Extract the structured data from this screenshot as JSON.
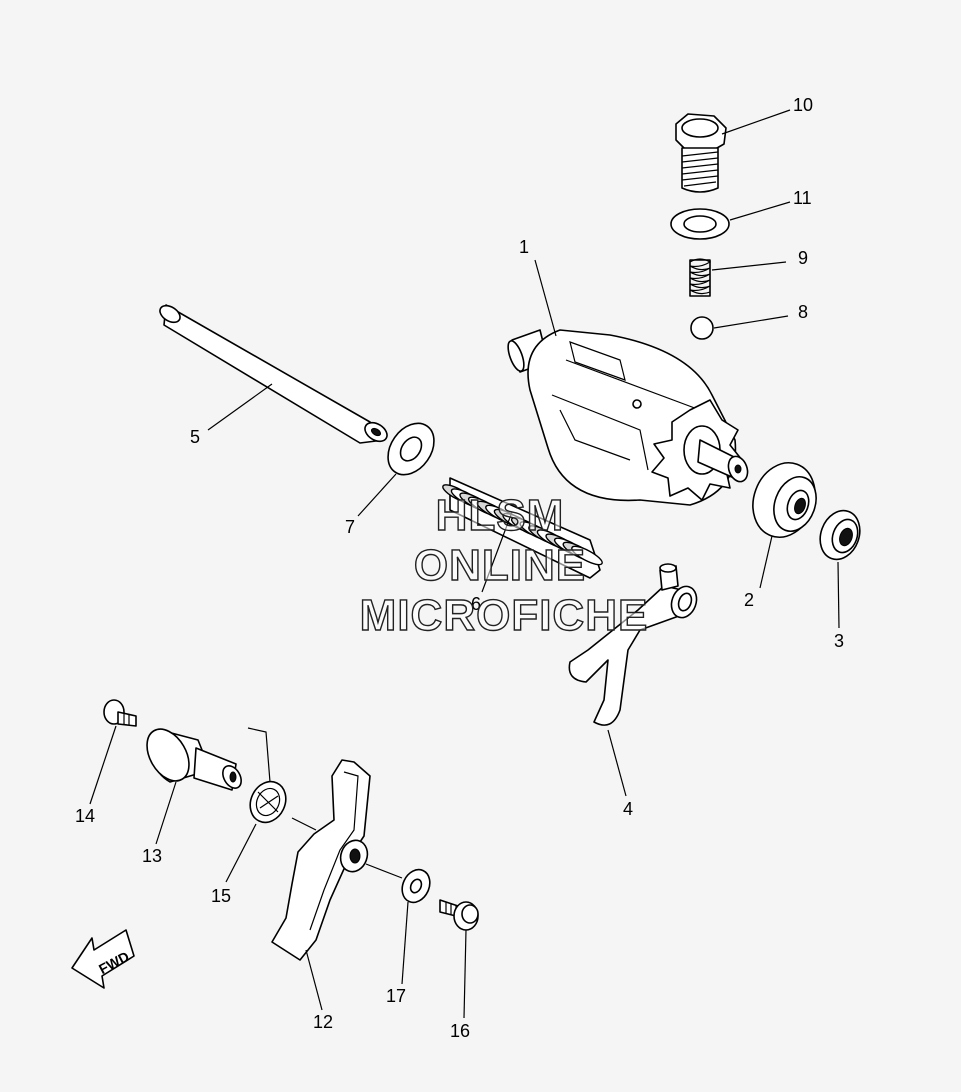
{
  "watermark": {
    "lines": [
      "HLSM",
      "ONLINE",
      "MICROFICHE"
    ]
  },
  "direction_label": "FWD",
  "callouts": [
    "1",
    "2",
    "3",
    "4",
    "5",
    "6",
    "7",
    "8",
    "9",
    "10",
    "11",
    "12",
    "13",
    "14",
    "15",
    "16",
    "17"
  ],
  "parts": [
    {
      "ref": "1",
      "part": "shift-drum"
    },
    {
      "ref": "2",
      "part": "bearing"
    },
    {
      "ref": "3",
      "part": "oil-seal"
    },
    {
      "ref": "4",
      "part": "shift-fork"
    },
    {
      "ref": "5",
      "part": "guide-bar"
    },
    {
      "ref": "6",
      "part": "spring"
    },
    {
      "ref": "7",
      "part": "washer"
    },
    {
      "ref": "8",
      "part": "ball"
    },
    {
      "ref": "9",
      "part": "spring"
    },
    {
      "ref": "10",
      "part": "bolt"
    },
    {
      "ref": "11",
      "part": "gasket"
    },
    {
      "ref": "12",
      "part": "stopper-lever"
    },
    {
      "ref": "13",
      "part": "collar"
    },
    {
      "ref": "14",
      "part": "bolt"
    },
    {
      "ref": "15",
      "part": "torsion-spring"
    },
    {
      "ref": "16",
      "part": "bolt"
    },
    {
      "ref": "17",
      "part": "washer"
    }
  ]
}
